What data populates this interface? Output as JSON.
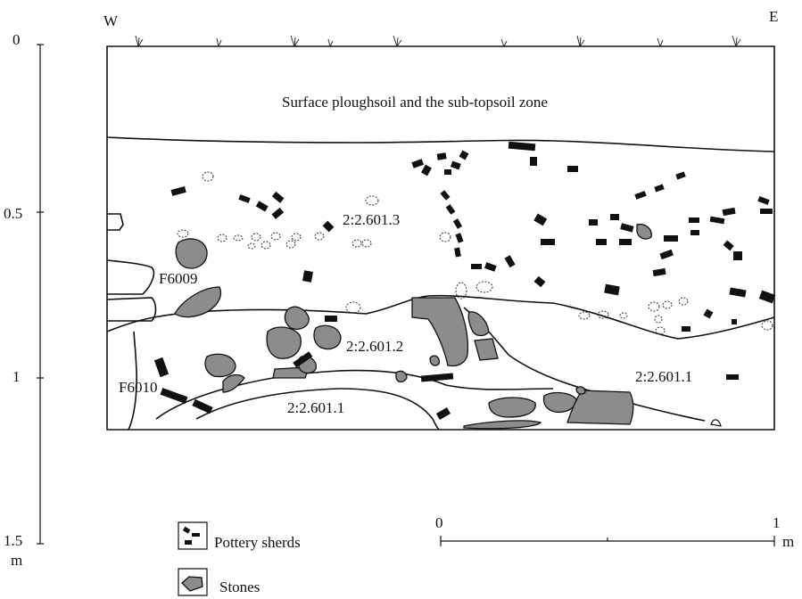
{
  "compass": {
    "west": "W",
    "east": "E"
  },
  "depth_scale": {
    "ticks": [
      "0",
      "0.5",
      "1",
      "1.5"
    ],
    "unit": "m"
  },
  "layers": {
    "topsoil": "Surface ploughsoil and the sub-topsoil zone",
    "context_upper": "2:2.601.3",
    "context_middle": "2:2.601.2",
    "context_right": "2:2.601.1",
    "context_bottom": "2:2.601.1"
  },
  "features": {
    "upper": "F6009",
    "lower": "F6010"
  },
  "scale_bar": {
    "start": "0",
    "end": "1",
    "unit": "m"
  },
  "legend": {
    "items": [
      {
        "label": "Pottery sherds",
        "icon": "pottery-sherds-icon"
      },
      {
        "label": "Stones",
        "icon": "stone-icon"
      }
    ]
  },
  "colors": {
    "stone_fill": "#8c8c8c",
    "ink": "#111111"
  }
}
